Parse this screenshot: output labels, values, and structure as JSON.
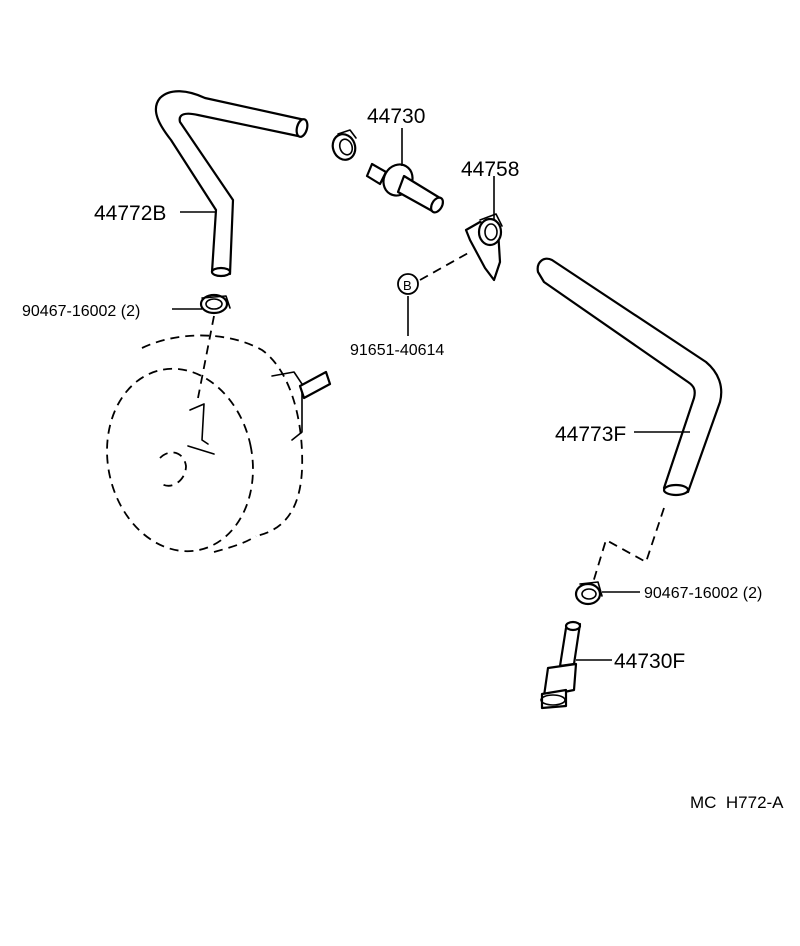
{
  "labels": {
    "p44730": "44730",
    "p44758": "44758",
    "p44772B": "44772B",
    "clamp_left": "90467-16002 (2)",
    "marker_b": "B",
    "p91651": "91651-40614",
    "p44773F": "44773F",
    "clamp_right": "90467-16002 (2)",
    "p44730F": "44730F",
    "diagram_code": "MC  H772-A"
  }
}
